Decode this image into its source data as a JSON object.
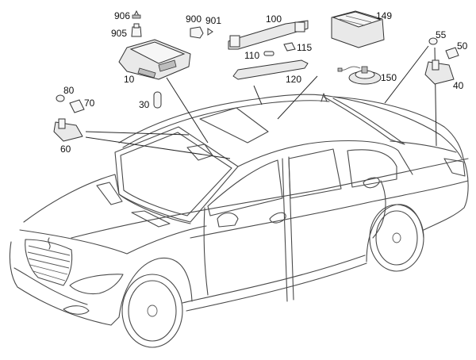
{
  "diagram": {
    "title": "Vehicle interior lighting parts diagram",
    "subject": "Sedan (isometric line drawing)",
    "callouts": [
      {
        "id": "906",
        "label": "906",
        "part": "bulb-holder-small"
      },
      {
        "id": "905",
        "label": "905",
        "part": "socket"
      },
      {
        "id": "900",
        "label": "900",
        "part": "lamp-socket"
      },
      {
        "id": "901",
        "label": "901",
        "part": "wedge-bulb"
      },
      {
        "id": "10",
        "label": "10",
        "part": "front-overhead-control-panel"
      },
      {
        "id": "30",
        "label": "30",
        "part": "festoon-bulb"
      },
      {
        "id": "100",
        "label": "100",
        "part": "rear-roof-light-housing"
      },
      {
        "id": "110",
        "label": "110",
        "part": "festoon-bulb"
      },
      {
        "id": "115",
        "label": "115",
        "part": "bulb"
      },
      {
        "id": "120",
        "label": "120",
        "part": "lens-cover"
      },
      {
        "id": "149",
        "label": "149",
        "part": "control-module"
      },
      {
        "id": "150",
        "label": "150",
        "part": "microphone-speaker"
      },
      {
        "id": "55",
        "label": "55",
        "part": "wedge-bulb"
      },
      {
        "id": "50",
        "label": "50",
        "part": "connector"
      },
      {
        "id": "40",
        "label": "40",
        "part": "trunk-light-housing"
      },
      {
        "id": "80",
        "label": "80",
        "part": "wedge-bulb"
      },
      {
        "id": "70",
        "label": "70",
        "part": "connector"
      },
      {
        "id": "60",
        "label": "60",
        "part": "vanity-light-housing"
      }
    ]
  }
}
